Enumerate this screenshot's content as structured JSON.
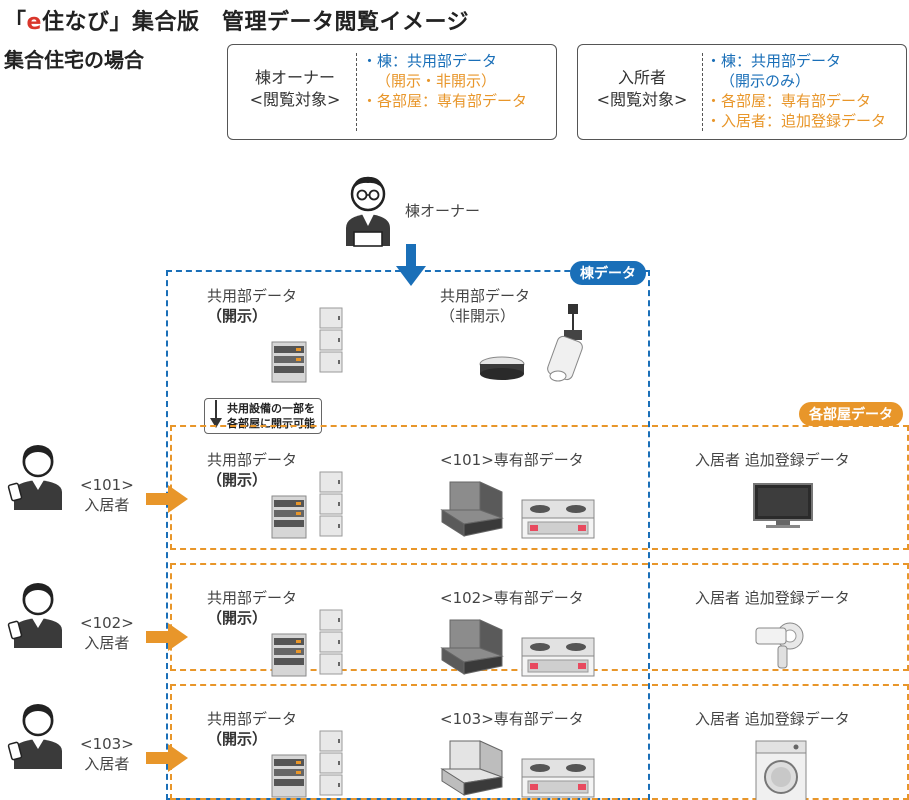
{
  "header": {
    "title_prefix": "「",
    "title_accent": "e",
    "title_rest": "住なび」集合版　管理データ閲覧イメージ",
    "subtitle": "集合住宅の場合"
  },
  "legend_owner": {
    "who": "棟オーナー",
    "target": "<閲覧対象>",
    "item1": "・棟：共用部データ",
    "item1b": "（開示・非開示）",
    "item2": "・各部屋：専有部データ"
  },
  "legend_resident": {
    "who": "入所者",
    "target": "<閲覧対象>",
    "item1": "・棟：共用部データ",
    "item1b": "（開示のみ）",
    "item2": "・各部屋：専有部データ",
    "item3": "・入居者：追加登録データ"
  },
  "owner": {
    "label": "棟オーナー"
  },
  "building": {
    "tag": "棟データ",
    "shared_disclosed": {
      "line1": "共用部データ",
      "line2": "（開示）"
    },
    "shared_private": {
      "line1": "共用部データ",
      "line2": "（非開示）"
    }
  },
  "note": {
    "line1": "共用設備の一部を",
    "line2": "各部屋に開示可能"
  },
  "rooms_tag": "各部屋データ",
  "rooms": [
    {
      "number": "<101>",
      "resident": "入居者",
      "shared1": "共用部データ",
      "shared2": "（開示）",
      "private": "<101>専有部データ",
      "extra": "入居者 追加登録データ"
    },
    {
      "number": "<102>",
      "resident": "入居者",
      "shared1": "共用部データ",
      "shared2": "（開示）",
      "private": "<102>専有部データ",
      "extra": "入居者 追加登録データ"
    },
    {
      "number": "<103>",
      "resident": "入居者",
      "shared1": "共用部データ",
      "shared2": "（開示）",
      "private": "<103>専有部データ",
      "extra": "入居者 追加登録データ"
    }
  ],
  "colors": {
    "blue": "#1a6fb8",
    "orange": "#e8962a",
    "accent": "#d9362b"
  }
}
